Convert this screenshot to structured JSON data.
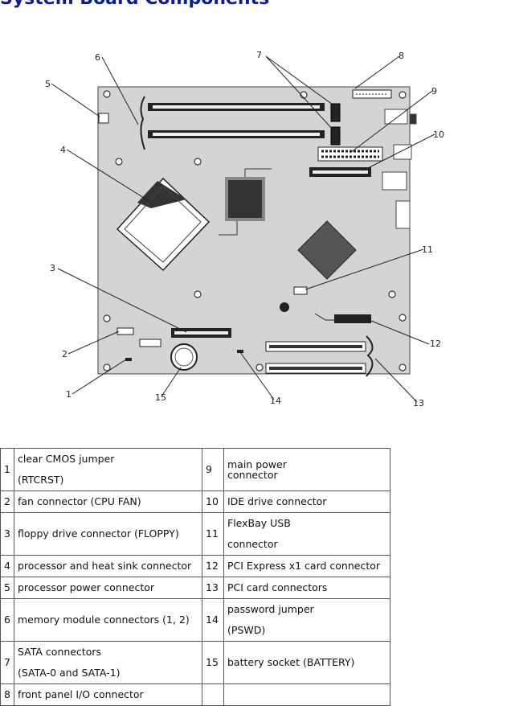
{
  "title": "System Board Components",
  "callouts": [
    "1",
    "2",
    "3",
    "4",
    "5",
    "6",
    "7",
    "8",
    "9",
    "10",
    "11",
    "12",
    "13",
    "14",
    "15"
  ],
  "legend": [
    {
      "n1": "1",
      "d1a": "clear CMOS jumper",
      "d1b": "(RTCRST)",
      "n2": "9",
      "d2a": "main power",
      "d2b": "connector"
    },
    {
      "n1": "2",
      "d1a": "fan connector (CPU FAN)",
      "d1b": "",
      "n2": "10",
      "d2a": "IDE drive connector",
      "d2b": ""
    },
    {
      "n1": "3",
      "d1a": "floppy drive connector (FLOPPY)",
      "d1b": "",
      "n2": "11",
      "d2a": "FlexBay USB",
      "d2b": "connector"
    },
    {
      "n1": "4",
      "d1a": "processor and heat sink connector",
      "d1b": "",
      "n2": "12",
      "d2a": "PCI Express x1 card connector",
      "d2b": ""
    },
    {
      "n1": "5",
      "d1a": "processor power connector",
      "d1b": "",
      "n2": "13",
      "d2a": "PCI card connectors",
      "d2b": ""
    },
    {
      "n1": "6",
      "d1a": "memory module connectors (1, 2)",
      "d1b": "",
      "n2": "14",
      "d2a": "password jumper",
      "d2b": "(PSWD)"
    },
    {
      "n1": "7",
      "d1a": "SATA connectors",
      "d1b": "(SATA-0 and SATA-1)",
      "n2": "15",
      "d2a": "battery socket (BATTERY)",
      "d2b": ""
    },
    {
      "n1": "8",
      "d1a": "front panel I/O connector",
      "d1b": "",
      "n2": "",
      "d2a": "",
      "d2b": ""
    }
  ]
}
